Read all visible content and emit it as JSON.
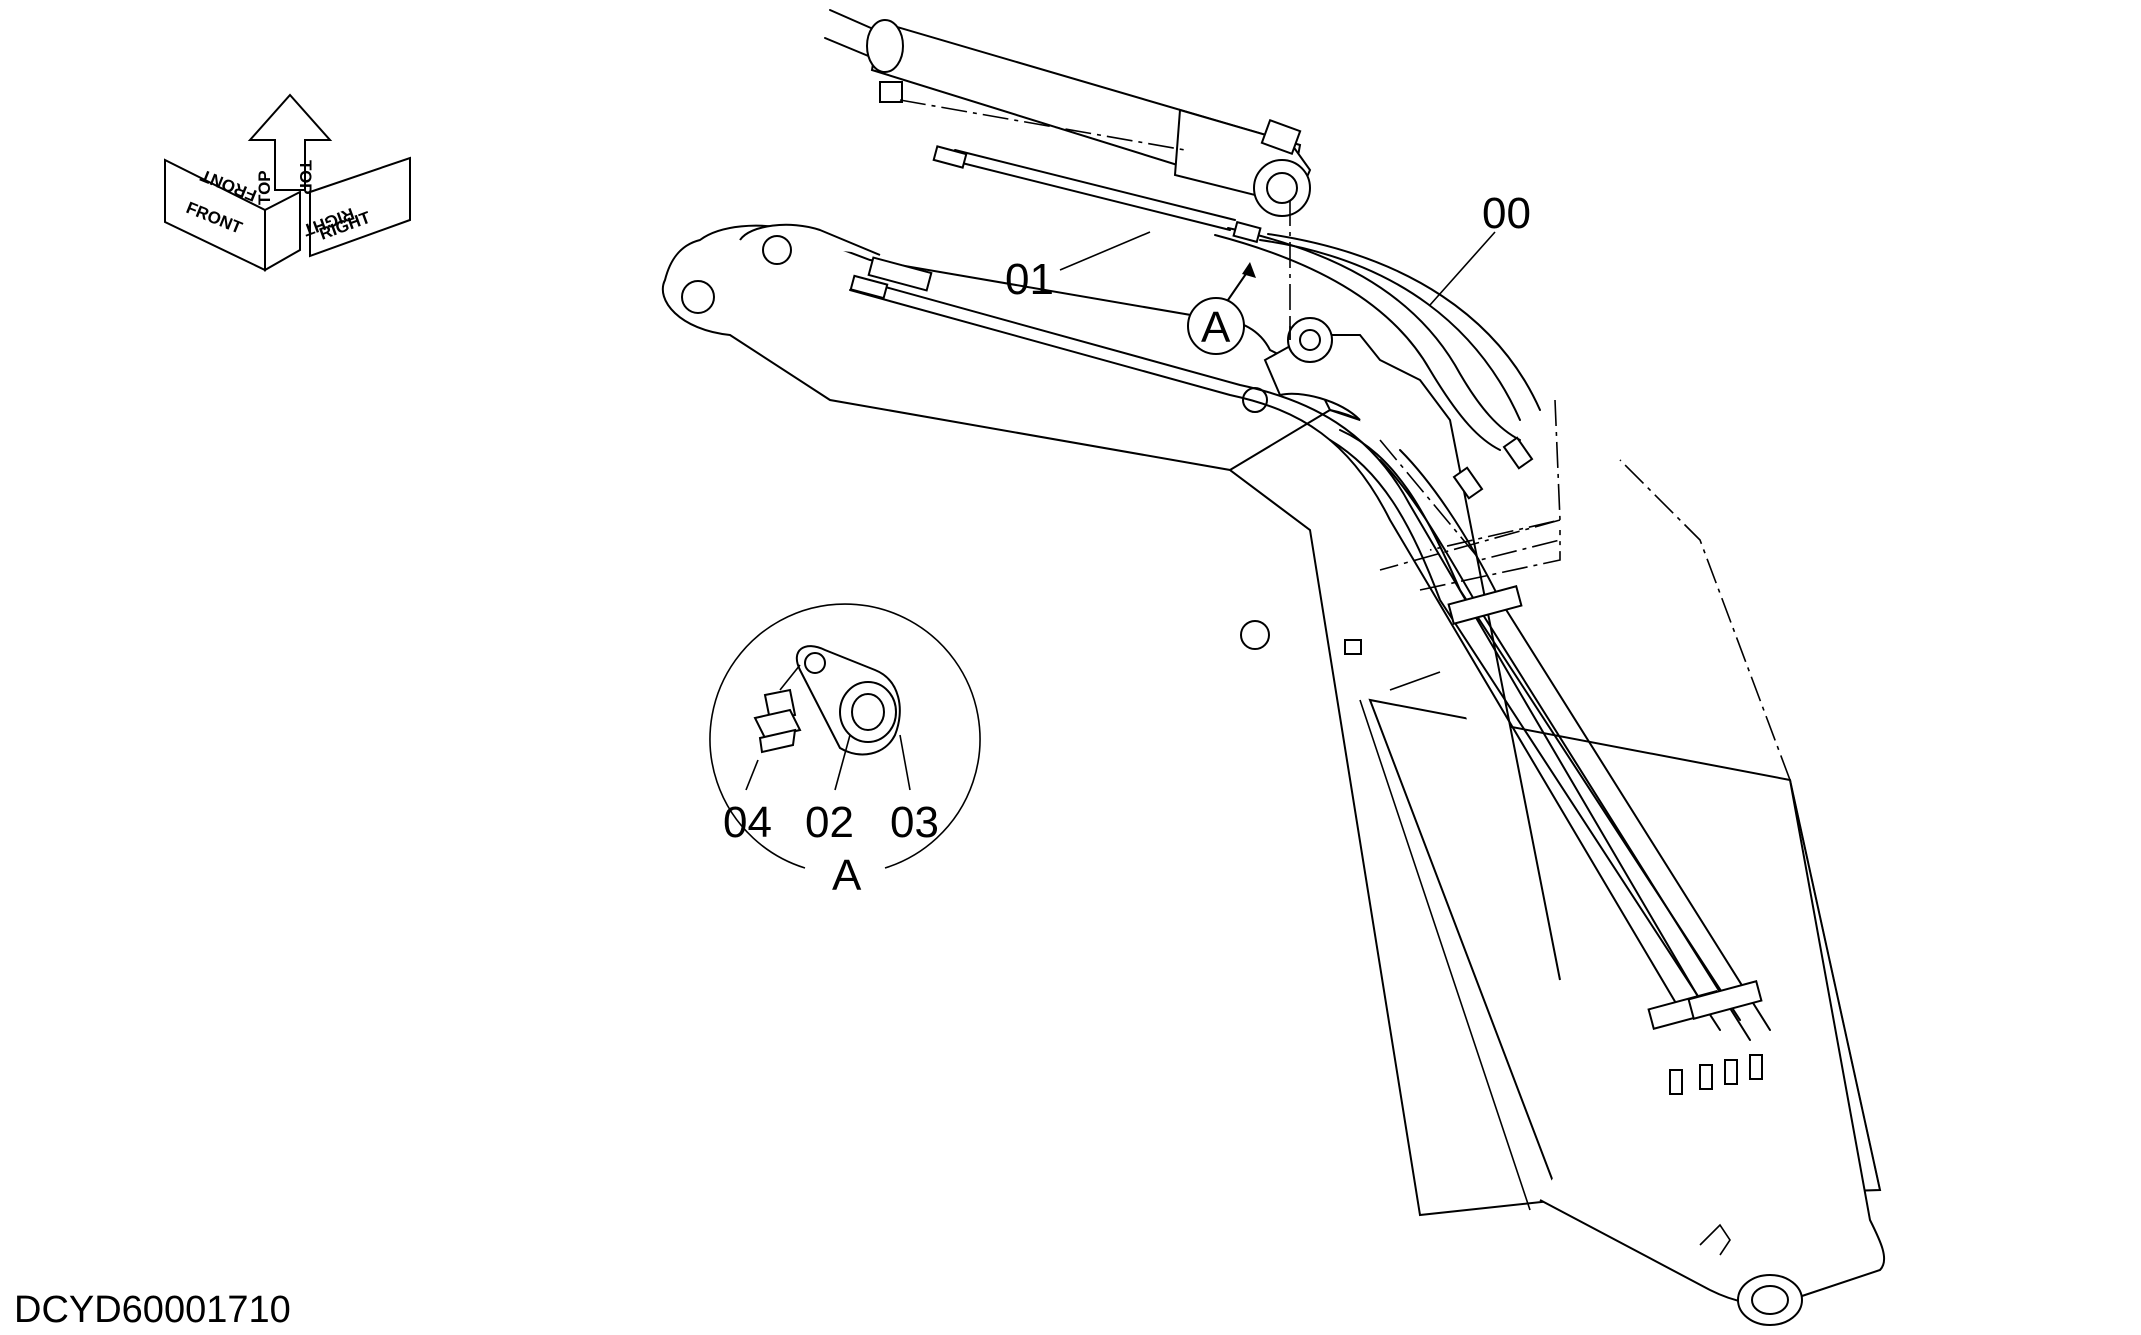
{
  "drawing_id": "DCYD60001710",
  "orientation": {
    "front": "FRONT",
    "top": "TOP",
    "right": "RIGHT"
  },
  "callouts": {
    "pipe_00": "00",
    "hose_01": "01",
    "clamp_02": "02",
    "cushion_03": "03",
    "bolt_04": "04"
  },
  "detail": {
    "marker": "A",
    "view_label": "A"
  }
}
